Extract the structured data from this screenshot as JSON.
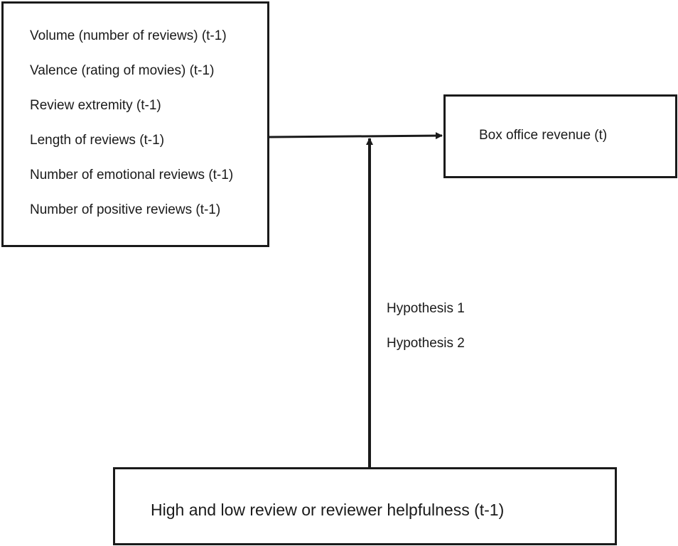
{
  "predictors": [
    "Volume (number of reviews) (t-1)",
    "Valence (rating of movies) (t-1)",
    "Review extremity (t-1)",
    "Length of reviews (t-1)",
    "Number of emotional reviews (t-1)",
    "Number of positive reviews (t-1)"
  ],
  "outcome": {
    "label": "Box office revenue (t)"
  },
  "moderator": {
    "label": "High and low review or reviewer helpfulness (t-1)"
  },
  "hypotheses": [
    "Hypothesis 1",
    "Hypothesis 2"
  ],
  "colors": {
    "stroke": "#1a1a1a",
    "background": "#ffffff"
  }
}
